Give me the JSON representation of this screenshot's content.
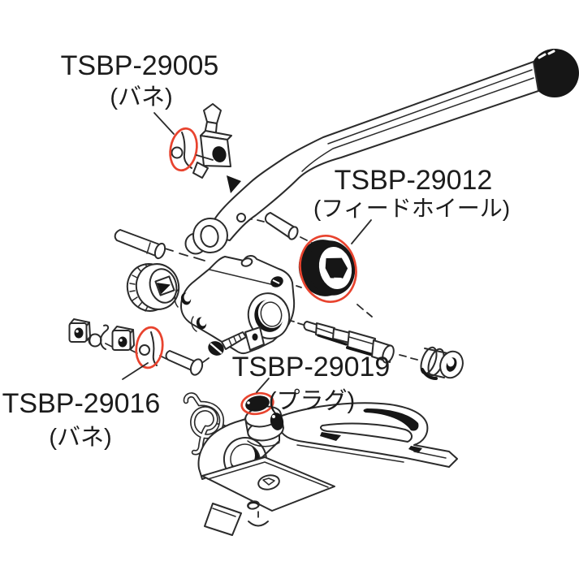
{
  "figure": {
    "type": "exploded-parts-diagram",
    "background": "#ffffff",
    "line_color": "#2b2b2b",
    "text_color": "#1c1c1c",
    "highlight_color": "#e8432e"
  },
  "labels": {
    "l29005": {
      "code": "TSBP-29005",
      "name": "(バネ)",
      "highlighted": true
    },
    "l29012": {
      "code": "TSBP-29012",
      "name": "(フィードホイール)",
      "highlighted": true
    },
    "l29019": {
      "code": "TSBP-29019",
      "name": "(プラグ)",
      "highlighted": true
    },
    "l29016": {
      "code": "TSBP-29016",
      "name": "(バネ)",
      "highlighted": true
    }
  }
}
